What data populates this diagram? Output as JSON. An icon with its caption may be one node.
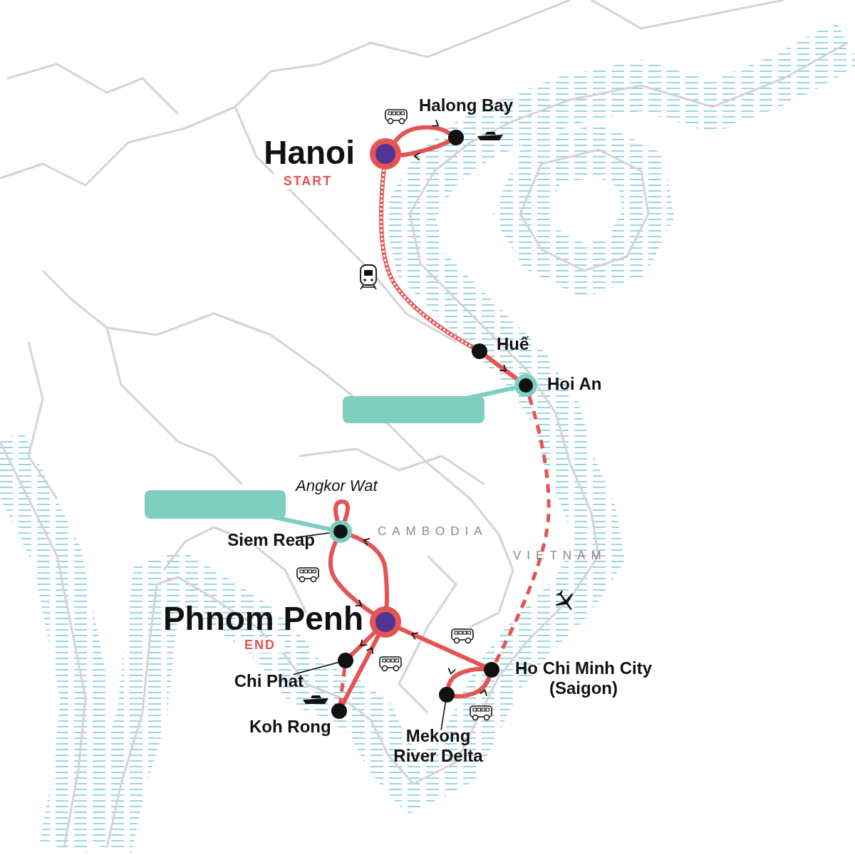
{
  "diagram": {
    "nodes": [
      {
        "text": [],
        "shape": "circle",
        "beside": [
          "Hanoi",
          "START"
        ]
      },
      {
        "text": [],
        "shape": "circle",
        "beside": [
          "Halong Bay"
        ]
      },
      {
        "text": [],
        "shape": "circle",
        "beside": [
          "Huế"
        ]
      },
      {
        "text": [],
        "shape": "circle",
        "beside": [
          "Hoi An"
        ]
      },
      {
        "text": [],
        "shape": "box"
      },
      {
        "text": [],
        "shape": "circle"
      },
      {
        "text": [
          "Siem Reap"
        ]
      },
      {
        "text": [],
        "shape": "box"
      },
      {
        "text": [],
        "shape": "circle",
        "beside": [
          "Phnom Penh",
          "END"
        ]
      },
      {
        "text": [],
        "shape": "circle"
      },
      {
        "text": [
          "Chi Phat"
        ]
      },
      {
        "text": [],
        "shape": "circle",
        "beside": [
          "Koh Rong"
        ]
      },
      {
        "text": [],
        "shape": "circle",
        "beside": [
          "Ho Chi Minh City (Saigon)"
        ]
      },
      {
        "text": [],
        "shape": "circle"
      },
      {
        "text": [
          "Mekong River Delta"
        ]
      }
    ],
    "edges": [
      {
        "from": 0,
        "to": 1,
        "arrow": "to"
      },
      {
        "from": 1,
        "to": 0,
        "arrow": "to"
      },
      {
        "from": 0,
        "to": 2,
        "arrow": "none"
      },
      {
        "from": 2,
        "to": 3,
        "arrow": "to"
      },
      {
        "from": 4,
        "to": 3,
        "arrow": "none",
        "color": "#7fcfc0"
      },
      {
        "from": 3,
        "to": 12,
        "arrow": "none",
        "style": "dashed"
      },
      {
        "from": 12,
        "to": 13,
        "arrow": "to"
      },
      {
        "from": 13,
        "to": 12,
        "arrow": "to"
      },
      {
        "from": 12,
        "to": 8,
        "arrow": "to"
      },
      {
        "from": 8,
        "to": 5,
        "arrow": "to"
      },
      {
        "from": 5,
        "to": 8,
        "arrow": "to"
      },
      {
        "from": 5,
        "to": 5,
        "arrow": "none"
      },
      {
        "from": 7,
        "to": 5,
        "arrow": "none",
        "color": "#7fcfc0"
      },
      {
        "from": 6,
        "to": 5,
        "arrow": "none",
        "color": "#000000"
      },
      {
        "from": 8,
        "to": 9,
        "arrow": "to"
      },
      {
        "from": 9,
        "to": 11,
        "arrow": "none",
        "style": "dashed"
      },
      {
        "from": 11,
        "to": 8,
        "arrow": "to"
      },
      {
        "from": 10,
        "to": 9,
        "arrow": "none",
        "color": "#000000"
      },
      {
        "from": 14,
        "to": 13,
        "arrow": "none",
        "color": "#000000"
      }
    ],
    "labels": [
      "Angkor Wat",
      "CAMBODIA",
      "VIETNAM"
    ]
  }
}
